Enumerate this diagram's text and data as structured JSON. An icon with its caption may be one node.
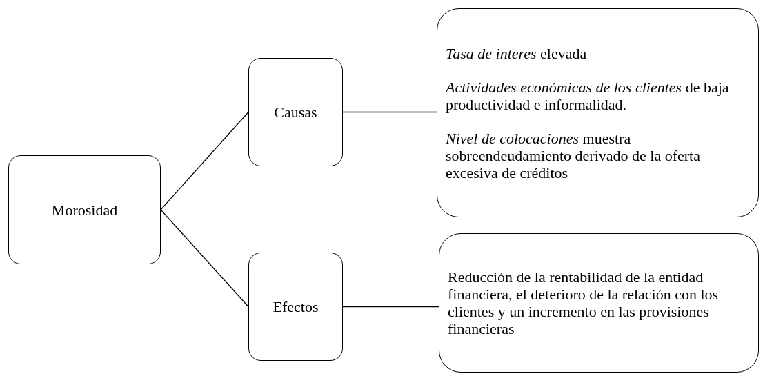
{
  "diagram": {
    "nodes": [
      {
        "text": [
          "Morosidad"
        ]
      },
      {
        "text": [
          "Causas"
        ]
      },
      {
        "text": [
          "Efectos"
        ]
      },
      {
        "text": [
          "*Tasa de interes* elevada",
          "*Actividades económicas de los clientes* de baja productividad e informalidad.",
          "*Nivel de colocaciones* muestra sobreendeudamiento derivado de la oferta excesiva de créditos"
        ]
      },
      {
        "text": [
          "Reducción de la rentabilidad de la entidad financiera, el deterioro de la relación con los clientes y un incremento en las provisiones financieras"
        ]
      }
    ],
    "edges": [
      {
        "from": 0,
        "to": 1,
        "arrow": "none"
      },
      {
        "from": 0,
        "to": 2,
        "arrow": "none"
      },
      {
        "from": 1,
        "to": 3,
        "arrow": "none"
      },
      {
        "from": 2,
        "to": 4,
        "arrow": "none"
      }
    ]
  }
}
